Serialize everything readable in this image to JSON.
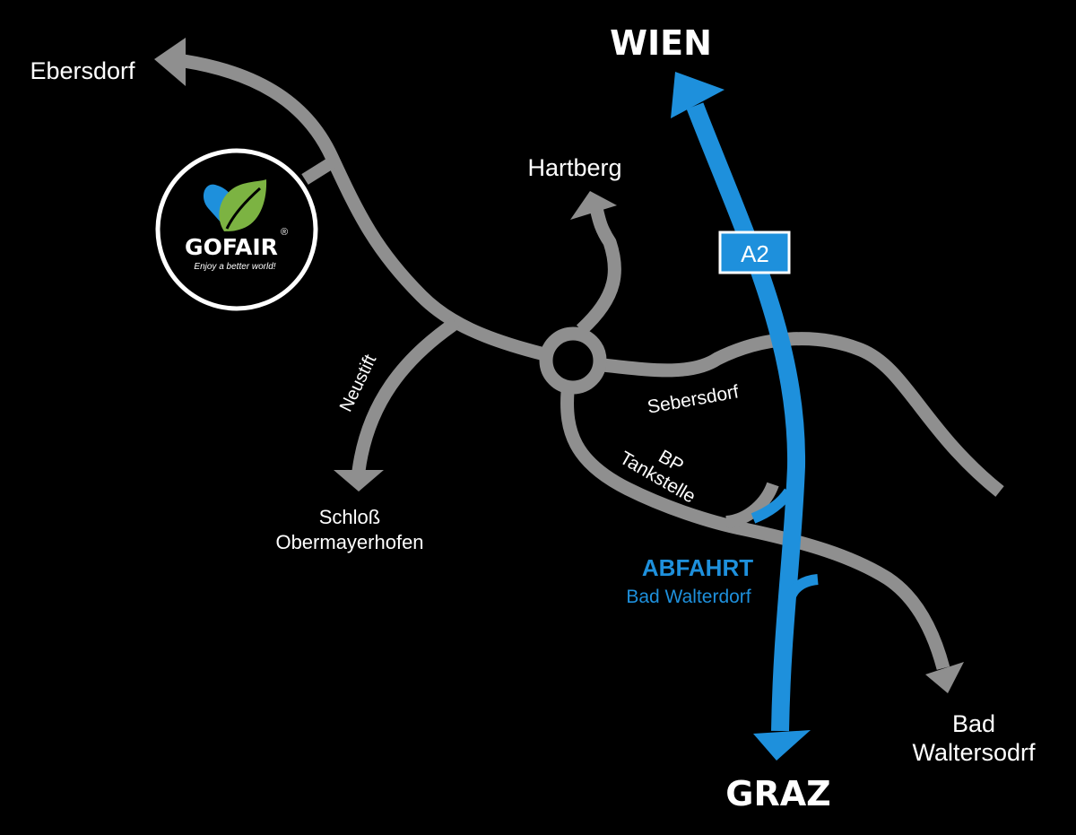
{
  "colors": {
    "background": "#000000",
    "road": "#8f8f8f",
    "highway": "#1e90dc",
    "text": "#ffffff",
    "logo_green": "#7cb342",
    "logo_blue": "#1e90dc"
  },
  "destinations": {
    "north": "WIEN",
    "south": "GRAZ",
    "ebersdorf": "Ebersdorf",
    "hartberg": "Hartberg",
    "neustift": "Neustift",
    "schloss_line1": "Schloß",
    "schloss_line2": "Obermayerhofen",
    "sebersdorf": "Sebersdorf",
    "bp_line1": "BP",
    "bp_line2": "Tankstelle",
    "bad_line1": "Bad",
    "bad_line2": "Waltersodrf"
  },
  "highway": {
    "shield": "A2"
  },
  "exit": {
    "title": "ABFAHRT",
    "subtitle": "Bad Walterdorf"
  },
  "logo": {
    "brand": "GOFAIR",
    "registered": "®",
    "tagline": "Enjoy a better world!",
    "icon": "leaf-heart-icon"
  }
}
